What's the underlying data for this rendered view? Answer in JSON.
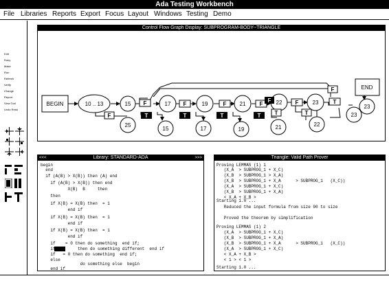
{
  "app": {
    "title": "Ada Testing Workbench"
  },
  "menu": [
    "File",
    "Libraries",
    "Reports",
    "Export",
    "Focus",
    "Layout",
    "Windows",
    "Testing",
    "Demo"
  ],
  "tools": {
    "labels": [
      "Edit",
      "Ruby",
      "Make",
      "Run",
      "Refresh",
      "Verify",
      "Change",
      "Report",
      "View Tool",
      "Undo Redo"
    ],
    "icons": [
      "align-left-icon",
      "align-center-icon",
      "align-right-icon",
      "align-top-icon",
      "align-middle-icon",
      "align-bottom-icon",
      "layout-grid-icon",
      "layout-tree-icon"
    ]
  },
  "cfg_window": {
    "title": "Control Flow Graph Display: SUBPROGRAM-BODY--TRIANGLE",
    "begin": "BEGIN",
    "end": "END",
    "range_node": "10 .. 13",
    "t": "T",
    "f": "F",
    "nodes": {
      "n15": "15",
      "n17": "17",
      "n19": "19",
      "n21": "21",
      "n22": "22",
      "n23": "23",
      "b25": "25",
      "b15": "15",
      "b17": "17",
      "b19": "19",
      "b21": "21",
      "b22": "22",
      "b23": "23"
    }
  },
  "library_window": {
    "title": "Library: STANDARD-ADA",
    "ctl_left": "<<<",
    "ctl_right": ">>>",
    "lines": [
      "begin",
      "  end",
      "  if (A(B) > X(B)) then (A) end",
      "    if (A(B) > X(B)) then end",
      "           X(B)  B     then",
      "    then",
      "    if X(B) = X(B) then  = 1",
      "           end if",
      "    if X(B) = X(B) then  = 1",
      "           end if",
      "    if X(B) = X(B) then  = 1",
      "           end if",
      "    if    = 0 then do something  end if;",
      "    if         then do something different  end if",
      "    if   = 0 then do something  end if;",
      "    else",
      "                do something else  begin",
      "    end if"
    ]
  },
  "prover_window": {
    "title": "Triangle: Valid Path Prover",
    "lines": [
      "Proving LEMMAS (1) 1",
      "   (X_A  > SUBPROG_1 + X_C)",
      "   (X_B  > SUBPROG_1 > X_A)",
      "   (X_B  > SUBPROG_1 + X_A      > SUBPROG_1   (X_C))",
      "   (X_A  > SUBPROG_1 + X_C)",
      "   (X_B  > SUBPROG_1 + X_A)",
      "   < X_A + X_B >",
      "",
      "Starting 1.0 ...",
      "   Reduced the input formula from size 90 to size",
      "",
      "   Proved the theorem by simplification",
      "",
      "Proving LEMMAS (1) 2",
      "   (X_A  > SUBPROG_1 + X_C)",
      "   (X_B  > SUBPROG_1 + X_A)",
      "   (X_B  > SUBPROG_1 + X_A      > SUBPROG_1   (X_C))",
      "   (X_A  > SUBPROG_1 + X_C)",
      "   < X_A + X_B >",
      "   < 1 > < 1 >",
      "",
      "Starting 1.0 ..."
    ]
  }
}
